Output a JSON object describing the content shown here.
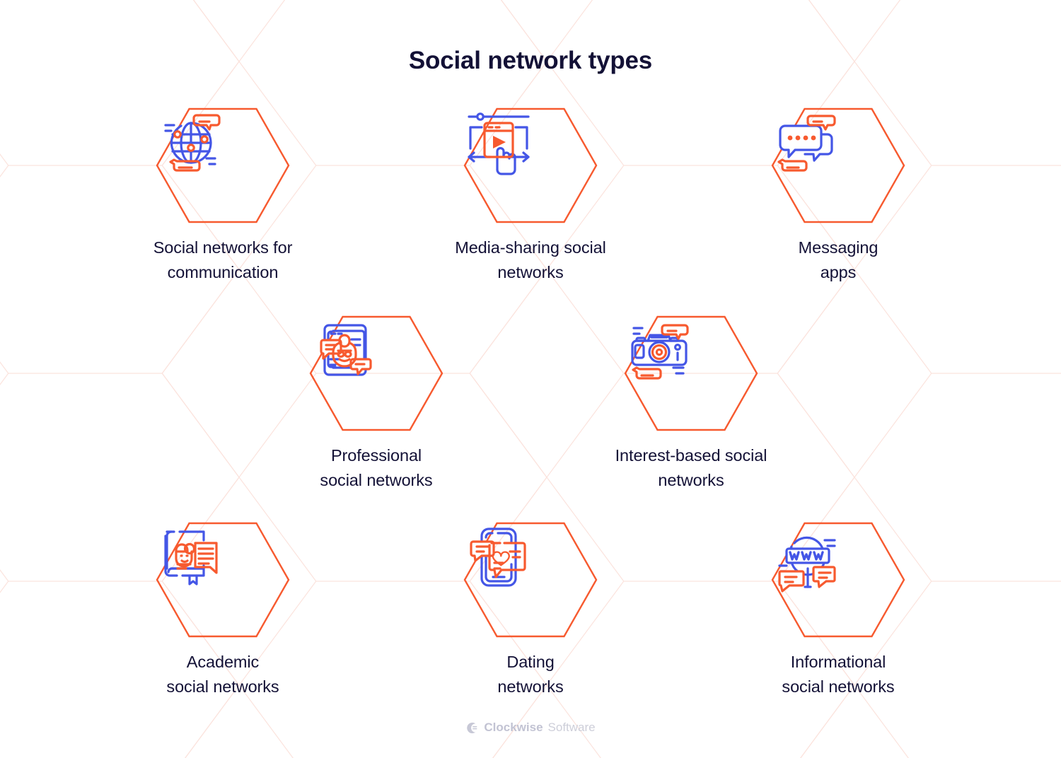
{
  "title": "Social network types",
  "colors": {
    "orange": "#f75a2f",
    "blue": "#4456e6",
    "navy": "#131136",
    "pattern": "#fdeae6",
    "background": "#ffffff",
    "brand_gray": "#c7c8d6"
  },
  "brand": {
    "icon": "clockwise-logo-icon",
    "name": "Clockwise",
    "suffix": "Software"
  },
  "nodes": [
    {
      "id": "social-networks-for-communication",
      "label": "Social networks for\ncommunication",
      "icon": "globe-chat-icon"
    },
    {
      "id": "media-sharing-social-networks",
      "label": "Media-sharing social\nnetworks",
      "icon": "video-player-tap-icon"
    },
    {
      "id": "messaging-apps",
      "label": "Messaging\napps",
      "icon": "chat-bubbles-icon"
    },
    {
      "id": "professional-social-networks",
      "label": "Professional\nsocial networks",
      "icon": "profile-card-icon"
    },
    {
      "id": "interest-based-social-networks",
      "label": "Interest-based social\nnetworks",
      "icon": "camera-icon"
    },
    {
      "id": "academic-social-networks",
      "label": "Academic\nsocial networks",
      "icon": "book-student-icon"
    },
    {
      "id": "dating-networks",
      "label": "Dating\nnetworks",
      "icon": "phone-heart-message-icon"
    },
    {
      "id": "informational-social-networks",
      "label": "Informational\nsocial networks",
      "icon": "www-magnifier-icon"
    }
  ]
}
